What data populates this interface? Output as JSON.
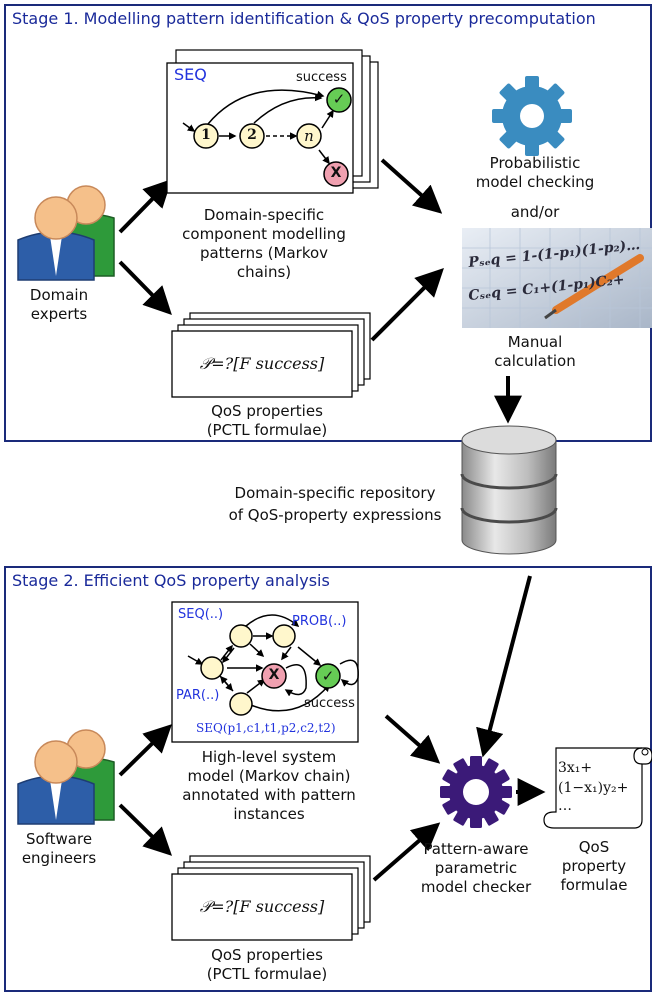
{
  "stage1": {
    "title": "Stage 1. Modelling pattern identification & QoS property precomputation",
    "experts_label": "Domain experts",
    "pattern_tag": "SEQ",
    "success_label": "success",
    "node_labels": [
      "1",
      "2",
      "n",
      "✓",
      "X"
    ],
    "patterns_caption": "Domain-specific component modelling patterns (Markov chains)",
    "property_formula": "𝒫=?[F success]",
    "properties_caption": "QoS properties (PCTL formulae)",
    "pmc_caption": "Probabilistic model checking",
    "andor": "and/or",
    "manual_caption": "Manual calculation",
    "handwriting": [
      "Pₛₑq = 1-(1-p₁)(1-p₂)…",
      "Cₛₑq = C₁+(1-p₁)C₂+"
    ]
  },
  "repository": {
    "caption_line1": "Domain-specific repository",
    "caption_line2": "of QoS-property expressions"
  },
  "stage2": {
    "title": "Stage 2. Efficient QoS property analysis",
    "engineers_label": "Software engineers",
    "tags": [
      "SEQ(..)",
      "PROB(..)",
      "PAR(..)",
      "SEQ(p1,c1,t1,p2,c2,t2)"
    ],
    "success_label": "success",
    "model_caption": "High-level system model (Markov chain) annotated with pattern instances",
    "property_formula": "𝒫=?[F success]",
    "properties_caption": "QoS properties (PCTL formulae)",
    "checker_caption": "Pattern-aware parametric model checker",
    "scroll_lines": [
      "3x₁+",
      "(1−x₁)y₂+",
      "…"
    ],
    "formulae_caption": "QoS property formulae"
  },
  "colors": {
    "stage_border": "#1a2a7a",
    "stage_title": "#1a2a9a",
    "tag_blue": "#2233dd",
    "node_fill": "#fff7cc",
    "success_node": "#66cc55",
    "fail_node": "#f0a0b0",
    "gear_stage1": "#3a8cc0",
    "gear_stage2": "#3b1a78"
  },
  "icons": [
    "people-icon",
    "gear-icon",
    "database-icon",
    "scroll-icon",
    "checkmark-icon",
    "cross-icon"
  ]
}
